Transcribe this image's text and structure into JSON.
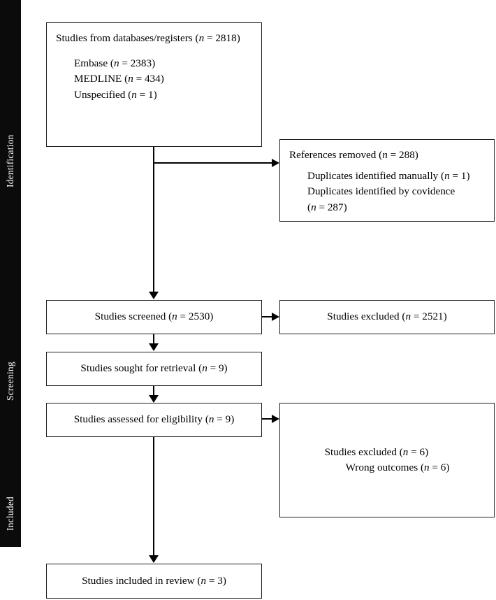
{
  "diagram": {
    "type": "prisma-flow-diagram",
    "stages": [
      {
        "key": "identification",
        "label": "Identification"
      },
      {
        "key": "screening",
        "label": "Screening"
      },
      {
        "key": "included",
        "label": "Included"
      }
    ],
    "nodes": {
      "databases": {
        "title_text": "Studies from databases/registers (",
        "title_n": "n",
        "title_value": " = 2818)",
        "sources": [
          {
            "name": "Embase (",
            "n": "n",
            "value": " = 2383)"
          },
          {
            "name": "MEDLINE (",
            "n": "n",
            "value": " = 434)"
          },
          {
            "name": "Unspecified (",
            "n": "n",
            "value": " = 1)"
          }
        ]
      },
      "references_removed": {
        "title_text": "References removed (",
        "title_n": "n",
        "title_value": " = 288)",
        "details": [
          {
            "text": "Duplicates identified manually (",
            "n": "n",
            "value": " = 1)"
          },
          {
            "text": "Duplicates identified by covidence",
            "n": "",
            "value": ""
          },
          {
            "text": "(",
            "n": "n",
            "value": " = 287)"
          }
        ]
      },
      "screened": {
        "text": "Studies screened (",
        "n": "n",
        "value": " = 2530)"
      },
      "excluded_screened": {
        "text": "Studies excluded (",
        "n": "n",
        "value": " = 2521)"
      },
      "sought": {
        "text": "Studies sought for retrieval (",
        "n": "n",
        "value": " = 9)"
      },
      "assessed": {
        "text": "Studies assessed for eligibility (",
        "n": "n",
        "value": " = 9)"
      },
      "excluded_eligibility": {
        "lead_text": "Studies excluded (",
        "lead_n": "n",
        "lead_value": " = 6)",
        "reason_text": "Wrong outcomes (",
        "reason_n": "n",
        "reason_value": " = 6)"
      },
      "included_review": {
        "text": "Studies included in review (",
        "n": "n",
        "value": " = 3)"
      }
    },
    "colors": {
      "box_border": "#231f20",
      "connector": "#000000",
      "sidebar_bg": "#0b0b0b",
      "sidebar_text": "#ffffff",
      "page_bg": "#ffffff"
    }
  }
}
